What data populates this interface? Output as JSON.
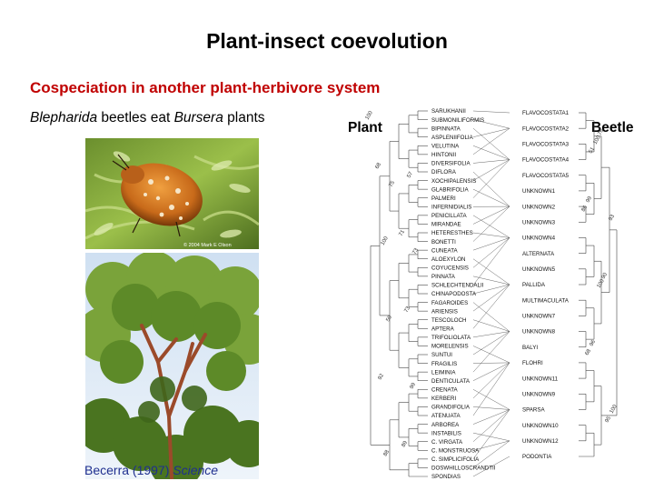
{
  "title": "Plant-insect coevolution",
  "subtitle": "Cospeciation in another plant-herbivore system",
  "description": {
    "beetle_genus": "Blepharida",
    "middle": " beetles eat ",
    "plant_genus": "Bursera",
    "end": " plants"
  },
  "credit": {
    "author": "Becerra (1997) ",
    "journal": "Science"
  },
  "photo_copyright": "© 2004 Mark E Olson",
  "labels": {
    "plant": "Plant",
    "beetle": "Beetle"
  },
  "plant_taxa": [
    "SARUKHANII",
    "SUBMONILIFORMIS",
    "BIPINNATA",
    "ASPLENIIFOLIA",
    "VELUTINA",
    "HINTONII",
    "DIVERSIFOLIA",
    "DIFLORA",
    "XOCHIPALENSIS",
    "GLABRIFOLIA",
    "PALMERI",
    "INFERNIDIALIS",
    "PENICILLATA",
    "MIRANDAE",
    "HETERESTHES",
    "BONETTI",
    "CUNEATA",
    "ALOEXYLON",
    "COYUCENSIS",
    "PINNATA",
    "SCHLECHTENDALII",
    "CHINAPODOSTA",
    "FAGAROIDES",
    "ARIENSIS",
    "TESCOLOCH",
    "APTERA",
    "TRIFOLIOLATA",
    "MORELENSIS",
    "SUNTUI",
    "FRAGILIS",
    "LEIMINIA",
    "DENTICULATA",
    "CRENATA",
    "KERBERI",
    "GRANDIFOLIA",
    "ATENUATA",
    "ARBOREA",
    "INSTABILIS",
    "C. VIRGATA",
    "C. MONSTRUOSA",
    "C. SIMPLICIFOLIA",
    "DOSWHILLOSCRANDTII",
    "SPONDIAS"
  ],
  "beetle_taxa": [
    "FLAVOCOSTATA1",
    "FLAVOCOSTATA2",
    "FLAVOCOSTATA3",
    "FLAVOCOSTATA4",
    "FLAVOCOSTATA5",
    "UNKNOWN1",
    "UNKNOWN2",
    "UNKNOWN3",
    "UNKNOWN4",
    "ALTERNATA",
    "UNKNOWN5",
    "PALLIDA",
    "MULTIMACULATA",
    "UNKNOWN7",
    "UNKNOWN8",
    "BALYI",
    "FLOHRI",
    "UNKNOWN11",
    "UNKNOWN9",
    "SPARSA",
    "UNKNOWN10",
    "UNKNOWN12",
    "PODONTIA"
  ],
  "node_support": [
    "100",
    "51",
    "75",
    "93",
    "73",
    "100",
    "59",
    "68",
    "99",
    "95",
    "88",
    "100",
    "57",
    "86",
    "100",
    "90",
    "73",
    "96",
    "92",
    "100",
    "89",
    "76",
    "68",
    "99",
    "71"
  ]
}
